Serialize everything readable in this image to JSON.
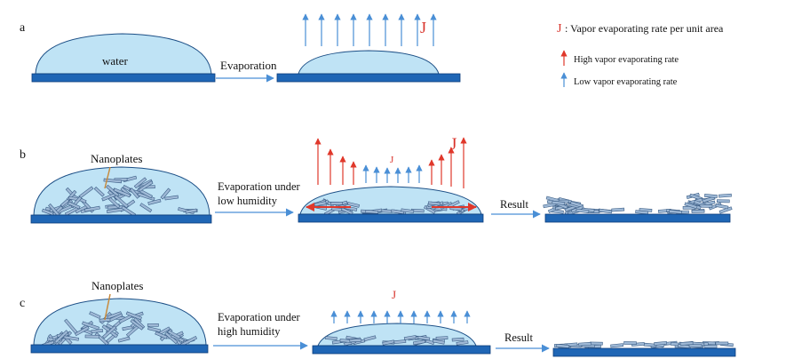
{
  "panels": {
    "a": {
      "letter": "a",
      "drop_label": "water",
      "process_label": "Evaporation",
      "flux_symbol": "J"
    },
    "b": {
      "letter": "b",
      "callout": "Nanoplates",
      "process_line1": "Evaporation under",
      "process_line2": "low humidity",
      "flux_symbol_small": "J",
      "flux_symbol_large": "J",
      "result_label": "Result"
    },
    "c": {
      "letter": "c",
      "callout": "Nanoplates",
      "process_line1": "Evaporation under",
      "process_line2": "high humidity",
      "flux_symbol": "J",
      "result_label": "Result"
    }
  },
  "legend": {
    "symbol": "J",
    "symbol_desc": ": Vapor evaporating rate per unit area",
    "high_label": "High vapor evaporating rate",
    "low_label": "Low vapor evaporating rate"
  },
  "colors": {
    "substrate": "#1f66b5",
    "substrate_edge": "#0c3c7a",
    "drop_fill": "#bfe3f5",
    "drop_edge": "#1c4f86",
    "low_arrow": "#4a8fd6",
    "high_arrow": "#e0382b",
    "plate_fill": "#9fb9d6",
    "plate_edge": "#3d5f87",
    "text": "#111111",
    "accent_text": "#d8322a"
  }
}
